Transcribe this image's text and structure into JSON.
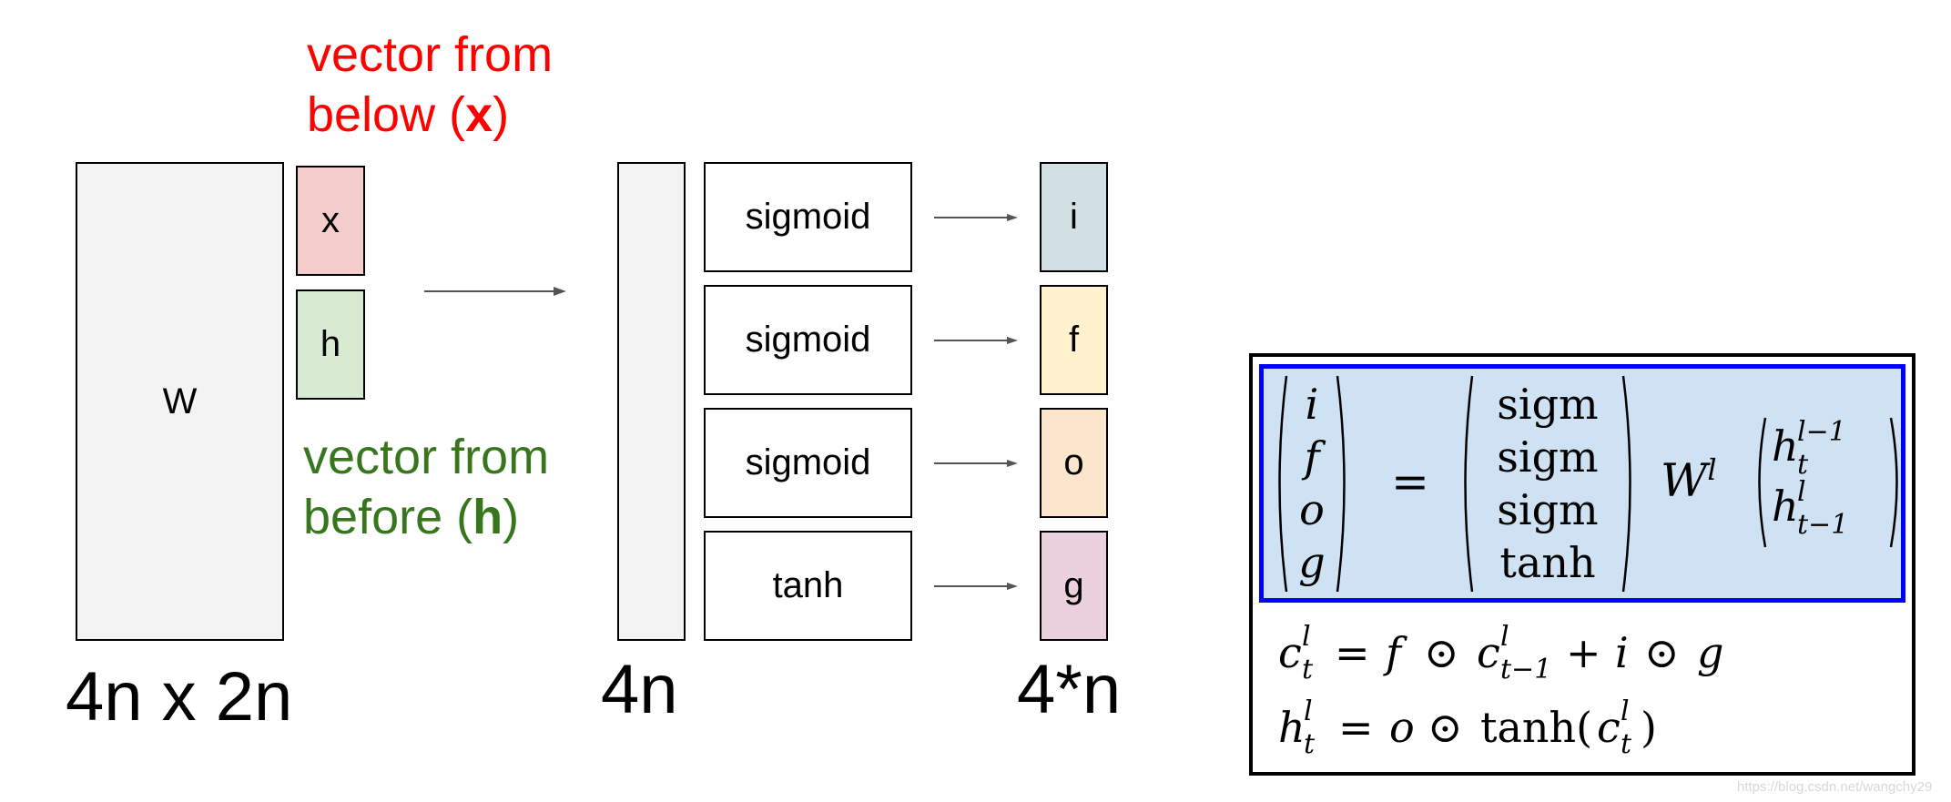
{
  "left": {
    "w_label": "W",
    "x_label": "x",
    "h_label": "h",
    "x_caption": {
      "line1": "vector from",
      "line2_pre": "below (",
      "line2_bold": "x",
      "line2_post": ")"
    },
    "h_caption": {
      "line1": "vector from",
      "line2_pre": "before (",
      "line2_bold": "h",
      "line2_post": ")"
    },
    "w_dim": "4n x 2n",
    "col_dim": "4n",
    "out_dim": "4*n"
  },
  "gates": [
    {
      "fn": "sigmoid",
      "out": "i",
      "color": "#d0e0e3"
    },
    {
      "fn": "sigmoid",
      "out": "f",
      "color": "#fff2cc"
    },
    {
      "fn": "sigmoid",
      "out": "o",
      "color": "#fce5cd"
    },
    {
      "fn": "tanh",
      "out": "g",
      "color": "#ead1dc"
    }
  ],
  "colors": {
    "x_box": "#f4cccc",
    "h_box": "#d9ead3",
    "w_box": "#f3f3f3",
    "highlight": "#cfe2f3",
    "highlight_border": "#0000ff",
    "caption_red": "#ff0000",
    "caption_green": "#38761d"
  },
  "equation": {
    "lhs": [
      "i",
      "f",
      "o",
      "g"
    ],
    "equals": "=",
    "funcs": [
      "sigm",
      "sigm",
      "sigm",
      "tanh"
    ],
    "weight": "W",
    "weight_sup": "l",
    "vec": [
      {
        "base": "h",
        "sup": "l−1",
        "sub": "t"
      },
      {
        "base": "h",
        "sup": "l",
        "sub": "t−1"
      }
    ],
    "cell_update": {
      "lhs_base": "c",
      "lhs_sup": "l",
      "lhs_sub": "t",
      "eq": "=",
      "f": "f",
      "odot1": "⊙",
      "prev_base": "c",
      "prev_sup": "l",
      "prev_sub": "t−1",
      "plus": "+",
      "i": "i",
      "odot2": "⊙",
      "g": "g"
    },
    "hidden_update": {
      "lhs_base": "h",
      "lhs_sup": "l",
      "lhs_sub": "t",
      "eq": "=",
      "o": "o",
      "odot": "⊙",
      "fn": "tanh(",
      "arg_base": "c",
      "arg_sup": "l",
      "arg_sub": "t",
      "close": ")"
    }
  },
  "watermark": "https://blog.csdn.net/wangchy29"
}
